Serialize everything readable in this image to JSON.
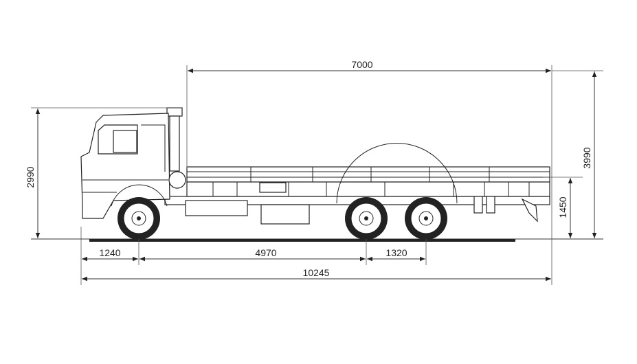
{
  "drawing": {
    "dimensions": {
      "cargo_length": "7000",
      "cab_height": "2990",
      "overall_height": "3990",
      "platform_height": "1450",
      "front_overhang": "1240",
      "wheelbase": "4970",
      "rear_axle_spacing": "1320",
      "overall_length": "10245"
    },
    "colors": {
      "line": "#222222",
      "background": "#ffffff"
    }
  }
}
